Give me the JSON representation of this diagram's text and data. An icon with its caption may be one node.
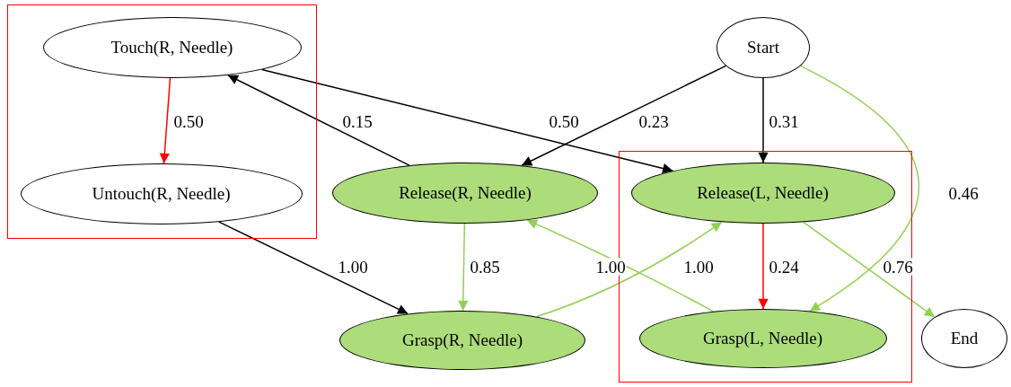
{
  "diagram": {
    "nodes": [
      {
        "text": [],
        "shape": "box"
      },
      {
        "text": [
          "Touch(R, Needle)"
        ],
        "in": 0
      },
      {
        "text": [
          "Untouch(R, Needle)"
        ],
        "in": 0
      },
      {
        "text": [
          "Start"
        ]
      },
      {
        "text": [
          "Release(R, Needle)"
        ]
      },
      {
        "text": [],
        "shape": "box"
      },
      {
        "text": [
          "Release(L, Needle)"
        ],
        "in": 5
      },
      {
        "text": [
          "Grasp(R, Needle)"
        ]
      },
      {
        "text": [
          "Grasp(L, Needle)"
        ],
        "in": 5
      },
      {
        "text": [
          "End"
        ]
      }
    ],
    "edges": [
      {
        "from": 1,
        "to": 2,
        "arrow": "to",
        "label": "0.50",
        "color": "#ff0000"
      },
      {
        "from": 1,
        "to": 6,
        "arrow": "to",
        "label": "0.50"
      },
      {
        "from": 4,
        "to": 1,
        "arrow": "to",
        "label": "0.15"
      },
      {
        "from": 3,
        "to": 4,
        "arrow": "to",
        "label": "0.23"
      },
      {
        "from": 3,
        "to": 6,
        "arrow": "to",
        "label": "0.31"
      },
      {
        "from": 3,
        "to": 8,
        "arrow": "to",
        "label": "0.46",
        "color": "#92d050"
      },
      {
        "from": 2,
        "to": 7,
        "arrow": "to",
        "label": "1.00"
      },
      {
        "from": 4,
        "to": 7,
        "arrow": "to",
        "label": "0.85",
        "color": "#92d050"
      },
      {
        "from": 8,
        "to": 4,
        "arrow": "to",
        "label": "1.00",
        "color": "#92d050"
      },
      {
        "from": 7,
        "to": 6,
        "arrow": "to",
        "label": "1.00",
        "color": "#92d050"
      },
      {
        "from": 6,
        "to": 8,
        "arrow": "to",
        "label": "0.24",
        "color": "#ff0000"
      },
      {
        "from": 6,
        "to": 9,
        "arrow": "to",
        "label": "0.76",
        "color": "#92d050"
      }
    ]
  }
}
